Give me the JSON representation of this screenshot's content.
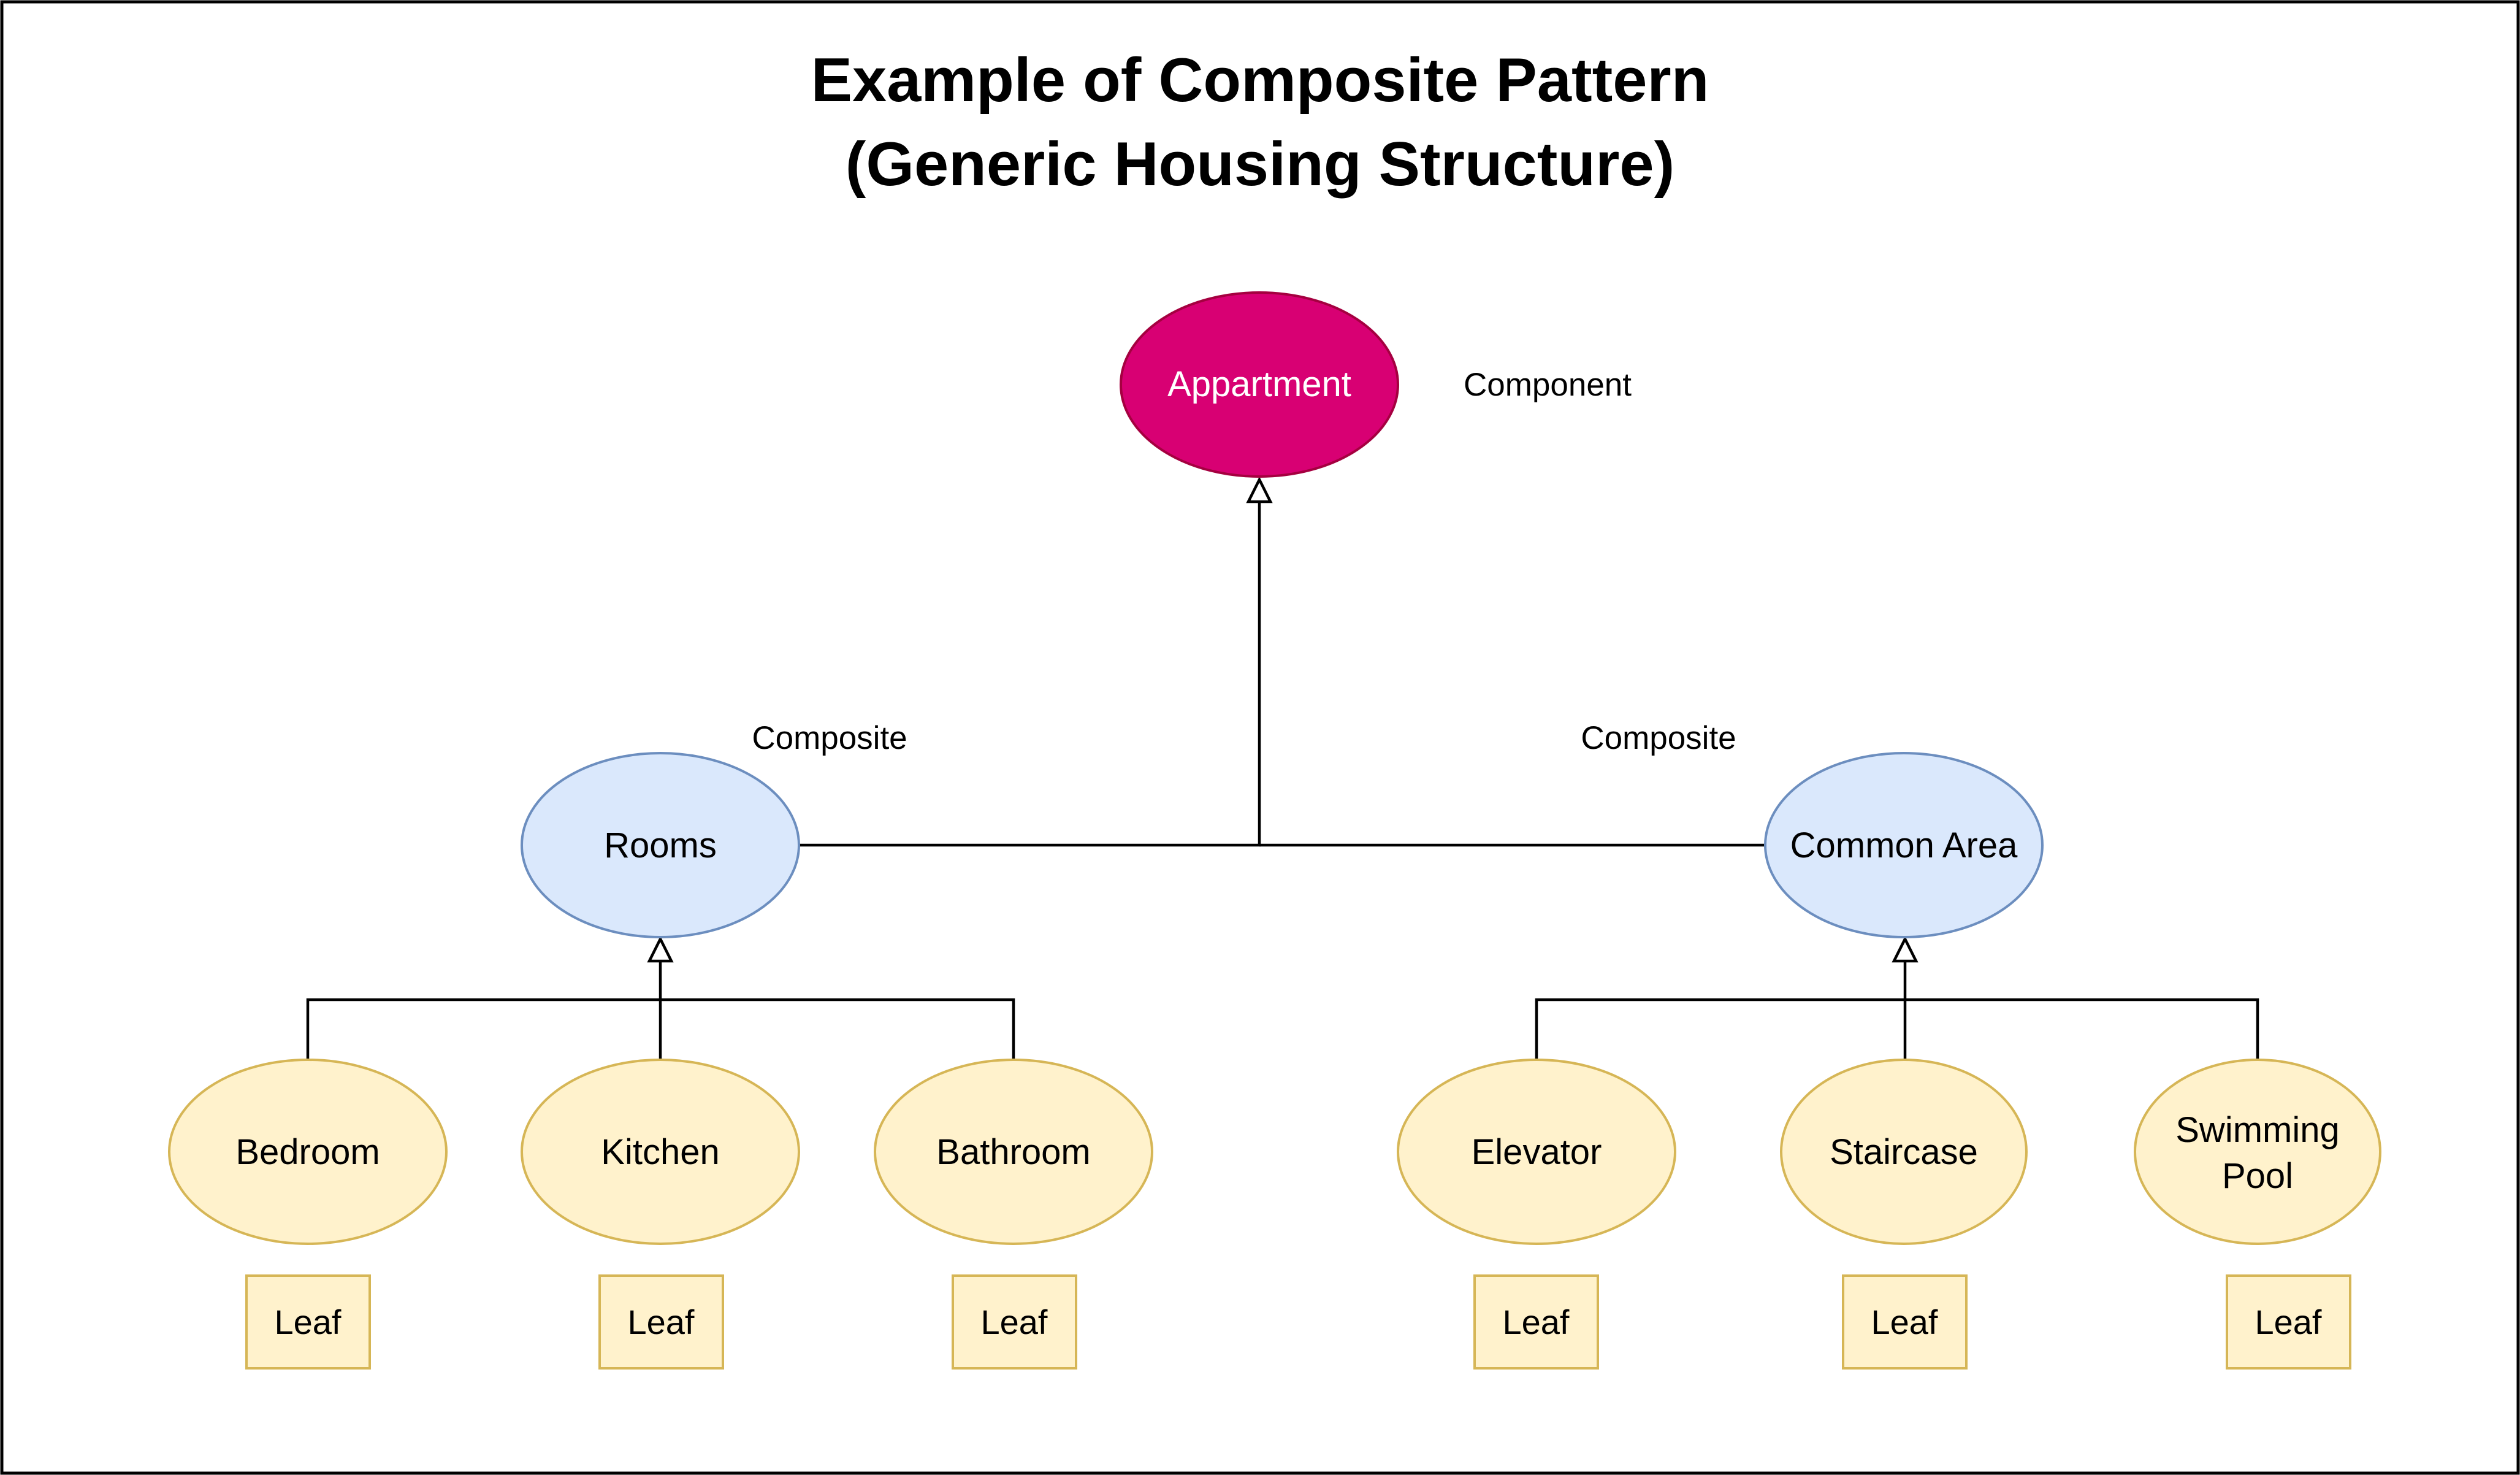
{
  "title": {
    "line1": "Example of Composite Pattern",
    "line2": "(Generic Housing Structure)"
  },
  "colors": {
    "component_fill": "#D80073",
    "component_stroke": "#A50040",
    "component_text": "#FFFFFF",
    "composite_fill": "#DAE8FC",
    "composite_stroke": "#6C8EBF",
    "leaf_fill": "#FFF2CC",
    "leaf_stroke": "#D6B656",
    "text": "#000000"
  },
  "nodes": {
    "appartment": {
      "label": "Appartment",
      "role": "Component"
    },
    "rooms": {
      "label": "Rooms",
      "role": "Composite"
    },
    "common_area": {
      "label": "Common Area",
      "role": "Composite"
    },
    "bedroom": {
      "label": "Bedroom",
      "role": "Leaf"
    },
    "kitchen": {
      "label": "Kitchen",
      "role": "Leaf"
    },
    "bathroom": {
      "label": "Bathroom",
      "role": "Leaf"
    },
    "elevator": {
      "label": "Elevator",
      "role": "Leaf"
    },
    "staircase": {
      "label": "Staircase",
      "role": "Leaf"
    },
    "swimming_pool": {
      "label_line1": "Swimming",
      "label_line2": "Pool",
      "role": "Leaf"
    }
  },
  "edges": [
    {
      "from": "rooms",
      "to": "appartment",
      "type": "generalization"
    },
    {
      "from": "common_area",
      "to": "appartment",
      "type": "generalization"
    },
    {
      "from": "bedroom",
      "to": "rooms",
      "type": "generalization"
    },
    {
      "from": "kitchen",
      "to": "rooms",
      "type": "generalization"
    },
    {
      "from": "bathroom",
      "to": "rooms",
      "type": "generalization"
    },
    {
      "from": "elevator",
      "to": "common_area",
      "type": "generalization"
    },
    {
      "from": "staircase",
      "to": "common_area",
      "type": "generalization"
    },
    {
      "from": "swimming_pool",
      "to": "common_area",
      "type": "generalization"
    }
  ]
}
